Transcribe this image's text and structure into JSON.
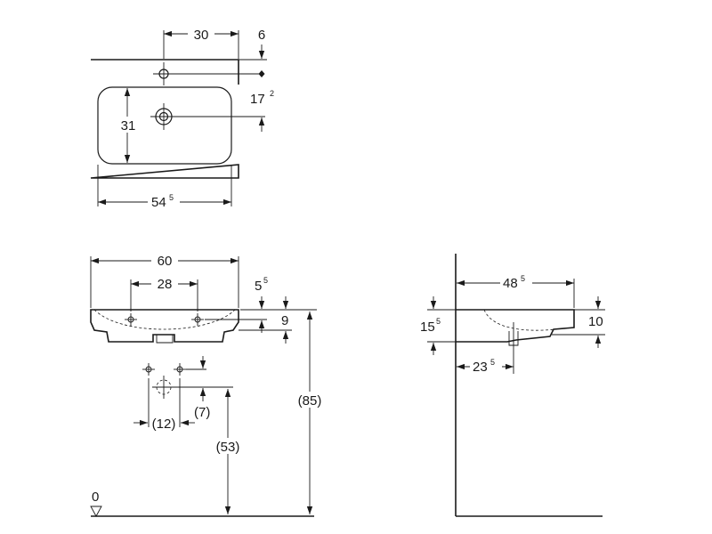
{
  "colors": {
    "line": "#1a1a1a",
    "background": "#ffffff"
  },
  "top_view": {
    "dim_tap_offset": "30",
    "dim_edge": "6",
    "dim_depth_base": "17",
    "dim_depth_sup": "2",
    "dim_bowl_depth": "31",
    "dim_width_base": "54",
    "dim_width_sup": "5"
  },
  "front_view": {
    "dim_total_width": "60",
    "dim_fixing_distance": "28",
    "dim_rim_base": "5",
    "dim_rim_sup": "5",
    "dim_height": "9",
    "dim_supply_spacing": "(12)",
    "dim_waste_offset": "(7)",
    "dim_waste_height": "(53)",
    "dim_total_height": "(85)",
    "floor_level": "0"
  },
  "side_view": {
    "dim_depth_base": "48",
    "dim_depth_sup": "5",
    "dim_front_height_base": "15",
    "dim_front_height_sup": "5",
    "dim_wall_height": "10",
    "dim_waste_distance_base": "23",
    "dim_waste_distance_sup": "5"
  }
}
